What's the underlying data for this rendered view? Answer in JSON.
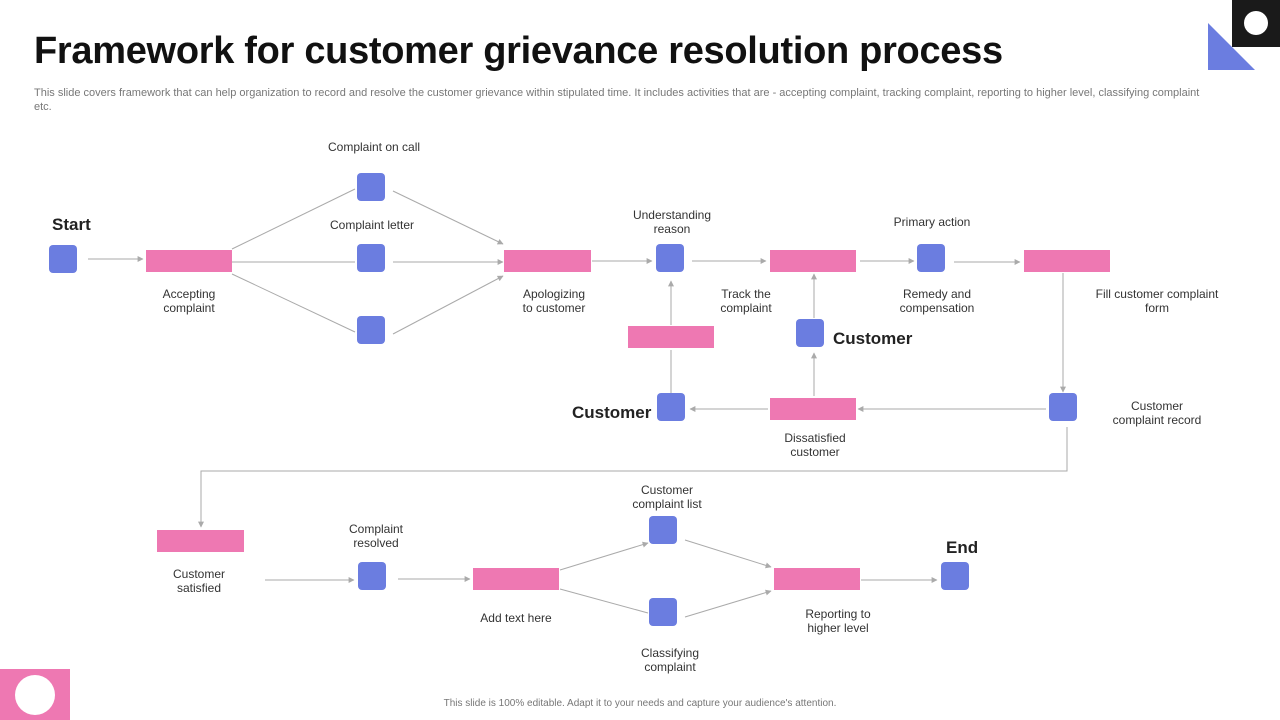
{
  "slide": {
    "title": "Framework for customer grievance resolution process",
    "subtitle": "This slide covers framework that can help organization to record and resolve the customer grievance within stipulated time. It includes activities that are - accepting complaint, tracking complaint, reporting to higher level, classifying complaint etc.",
    "footer": "This slide is 100% editable.  Adapt it to your needs and capture your audience's attention."
  },
  "colors": {
    "node": "#6b7de0",
    "bar": "#ee78b2",
    "connector": "#aaaaaa",
    "corner_black": "#1a1a1a"
  },
  "diagram": {
    "start": "Start",
    "end": "End",
    "customer_upper": "Customer",
    "customer_lower": "Customer",
    "labels": {
      "complaint_on_call": "Complaint on call",
      "complaint_letter": "Complaint letter",
      "accepting_complaint": [
        "Accepting",
        "complaint"
      ],
      "apologizing": [
        "Apologizing",
        "to customer"
      ],
      "understanding_reason": [
        "Understanding",
        "reason"
      ],
      "track_complaint": [
        "Track the",
        "complaint"
      ],
      "primary_action": "Primary action",
      "remedy": [
        "Remedy and",
        "compensation"
      ],
      "fill_form": [
        "Fill customer complaint",
        "form"
      ],
      "complaint_record": [
        "Customer",
        "complaint record"
      ],
      "dissatisfied": [
        "Dissatisfied",
        "customer"
      ],
      "customer_satisfied": [
        "Customer",
        "satisfied"
      ],
      "complaint_resolved": [
        "Complaint",
        "resolved"
      ],
      "add_text": "Add text here",
      "complaint_list": [
        "Customer",
        "complaint list"
      ],
      "classifying": [
        "Classifying",
        "complaint"
      ],
      "reporting": [
        "Reporting to",
        "higher level"
      ]
    }
  }
}
